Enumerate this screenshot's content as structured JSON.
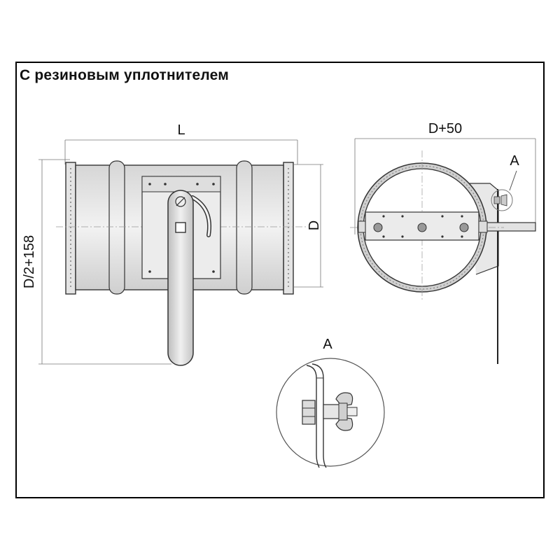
{
  "title": "С резиновым уплотнителем",
  "labels": {
    "length": "L",
    "diameter": "D",
    "outer_width": "D+50",
    "height": "D/2+158",
    "detail_callout": "A",
    "detail_title": "A"
  }
}
